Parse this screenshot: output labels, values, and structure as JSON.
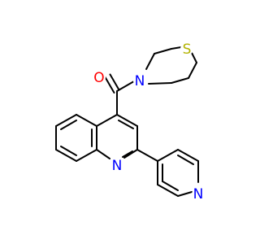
{
  "molecule": {
    "atoms": {
      "O": {
        "symbol": "O",
        "color": "#ff0000"
      },
      "N_amide": {
        "symbol": "N",
        "color": "#0000ff"
      },
      "S": {
        "symbol": "S",
        "color": "#b2b200"
      },
      "N_quinoline": {
        "symbol": "N",
        "color": "#0000ff"
      },
      "N_pyridine": {
        "symbol": "N",
        "color": "#0000ff"
      }
    }
  }
}
